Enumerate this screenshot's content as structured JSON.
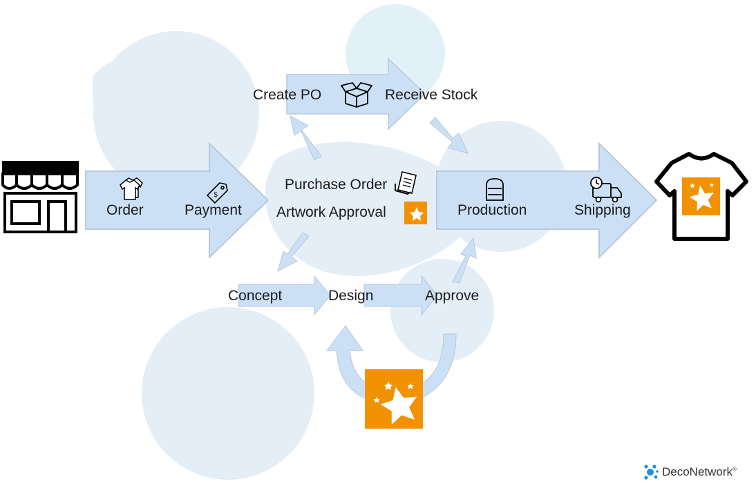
{
  "colors": {
    "arrow_fill": "#cce0f5",
    "arrow_stroke": "#b8c8d8",
    "blob": "#dfeaf4",
    "accent": "#f39200",
    "logo_blue": "#1f8fe0"
  },
  "labels": {
    "order": "Order",
    "payment": "Payment",
    "create_po": "Create PO",
    "receive_stock": "Receive Stock",
    "purchase_order": "Purchase Order",
    "artwork_approval": "Artwork Approval",
    "production": "Production",
    "shipping": "Shipping",
    "concept": "Concept",
    "design": "Design",
    "approve": "Approve"
  },
  "icons": {
    "store": "store-icon",
    "tshirt_stack": "tshirt-stack-icon",
    "price_tag": "price-tag-icon",
    "box": "open-box-icon",
    "receipt": "receipt-icon",
    "star_badge": "star-badge-icon",
    "ink_jar": "ink-jar-icon",
    "truck": "delivery-truck-icon",
    "tshirt": "tshirt-icon"
  },
  "logo": {
    "name": "DecoNetwork",
    "mark": "®"
  }
}
